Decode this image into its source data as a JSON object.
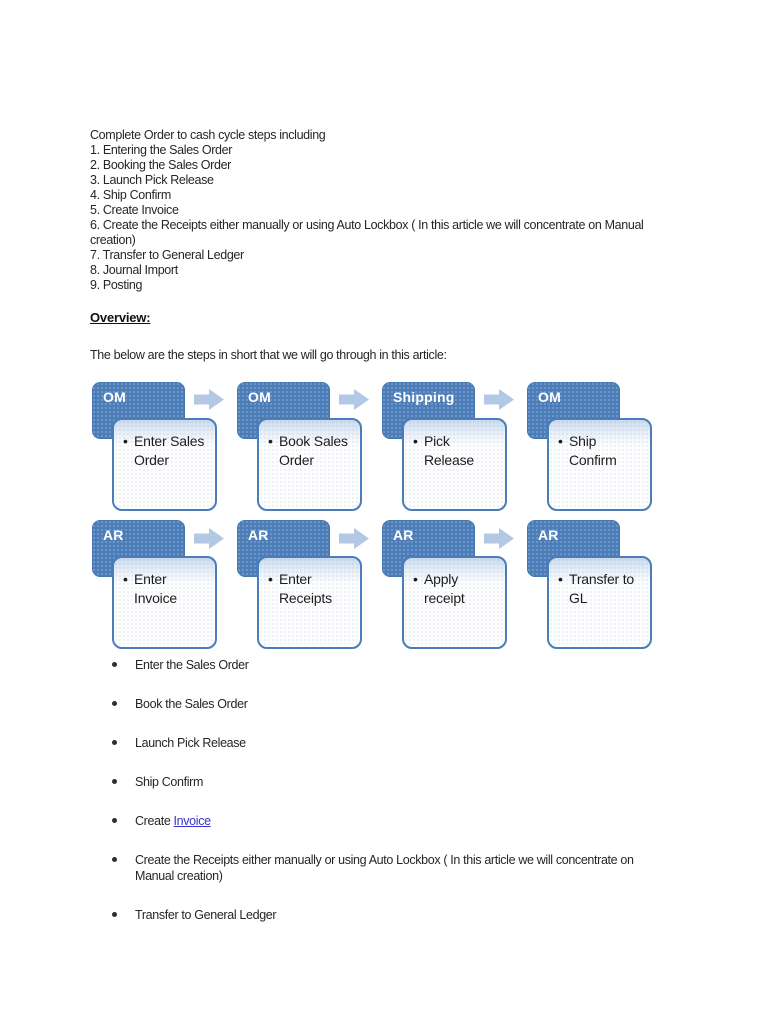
{
  "intro": {
    "title": "Complete Order to cash cycle steps including",
    "steps": [
      "1. Entering the Sales Order",
      "2. Booking the Sales Order",
      "3. Launch Pick Release",
      "4. Ship Confirm",
      "5. Create Invoice",
      "6. Create the Receipts either manually or using Auto Lockbox ( In this article we will concentrate on Manual creation)",
      "7. Transfer to General Ledger",
      "8. Journal Import",
      "9. Posting"
    ]
  },
  "overview": {
    "heading": "Overview:",
    "lead": "The below are the steps in short that we will go through in this article:"
  },
  "diagram": {
    "colors": {
      "module_box_blue": "#4a7cb8",
      "card_border_blue": "#4a7db9",
      "card_top_band": "#cbdbee",
      "arrow_light_blue": "#b3c8e4"
    },
    "rows": [
      {
        "groups": [
          {
            "tag": "OM",
            "text": "Enter Sales Order"
          },
          {
            "tag": "OM",
            "text": "Book Sales Order"
          },
          {
            "tag": "Shipping",
            "text": "Pick Release"
          },
          {
            "tag": "OM",
            "text": "Ship Confirm"
          }
        ]
      },
      {
        "groups": [
          {
            "tag": "AR",
            "text": "Enter Invoice"
          },
          {
            "tag": "AR",
            "text": "Enter Receipts"
          },
          {
            "tag": "AR",
            "text": "Apply receipt"
          },
          {
            "tag": "AR",
            "text": "Transfer to GL"
          }
        ]
      }
    ]
  },
  "bullets": {
    "items": [
      {
        "text": "Enter the Sales Order"
      },
      {
        "text": "Book the Sales Order"
      },
      {
        "text": "Launch Pick Release"
      },
      {
        "text": "Ship Confirm"
      },
      {
        "text_before": "Create ",
        "link": "Invoice"
      },
      {
        "text": "Create the Receipts either manually or using Auto Lockbox ( In this article we will concentrate on Manual creation)"
      },
      {
        "text": "Transfer to General Ledger"
      }
    ]
  }
}
